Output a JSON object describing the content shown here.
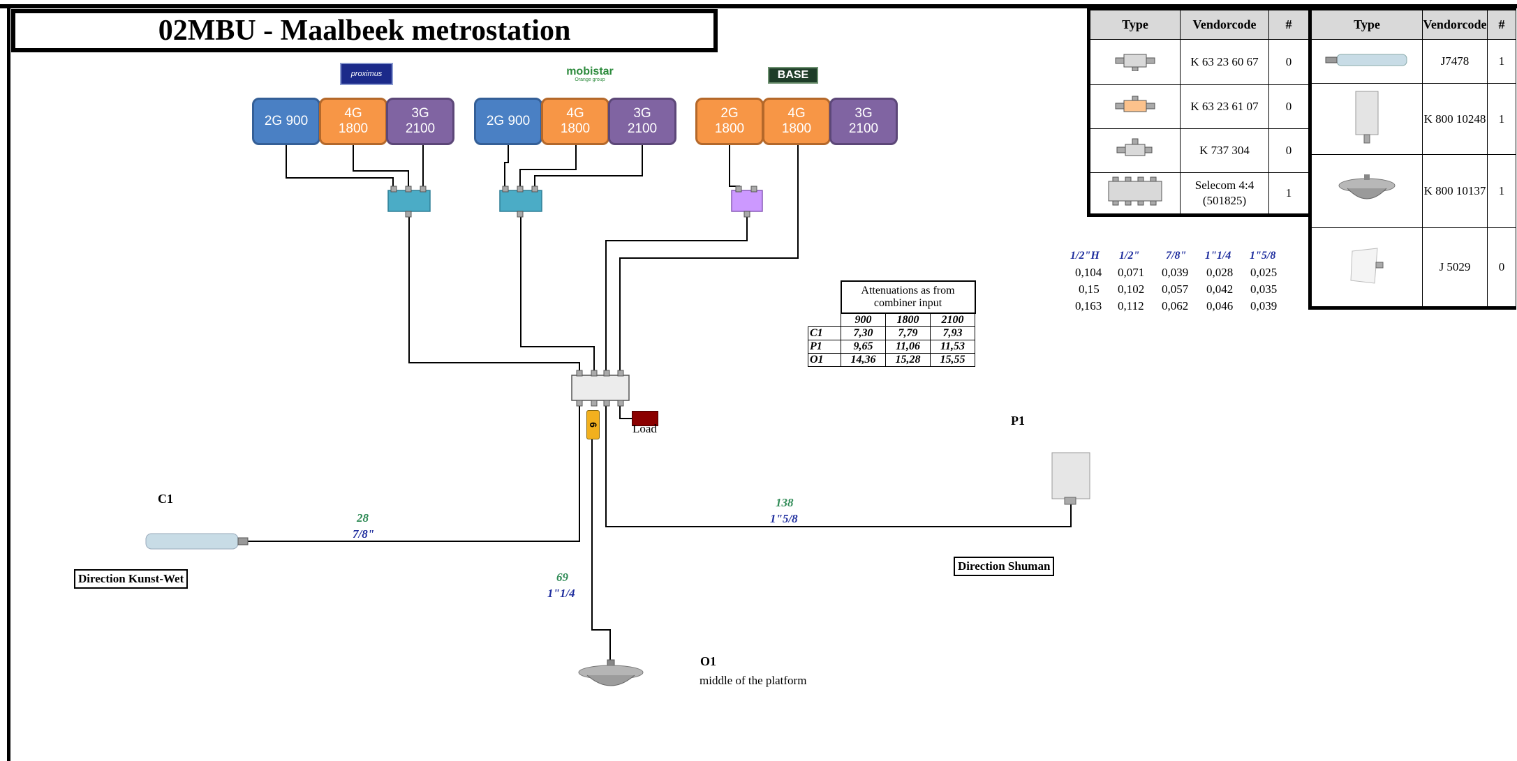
{
  "title": "02MBU - Maalbeek metrostation",
  "operators": [
    {
      "logo": "proximus",
      "bands": [
        "2G 900",
        "4G\n1800",
        "3G\n2100"
      ]
    },
    {
      "logo": "mobistar",
      "logo_sub": "Orange group",
      "bands": [
        "2G 900",
        "4G\n1800",
        "3G\n2100"
      ]
    },
    {
      "logo": "BASE",
      "bands": [
        "2G\n1800",
        "4G\n1800",
        "3G\n2100"
      ]
    }
  ],
  "inventory_left": {
    "headers": [
      "Type",
      "Vendorcode",
      "#"
    ],
    "rows": [
      {
        "icon": "splitter-2way-grey-icon",
        "code": "K 63 23 60 67",
        "count": "0"
      },
      {
        "icon": "splitter-2way-orange-icon",
        "code": "K 63 23 61 07",
        "count": "0"
      },
      {
        "icon": "splitter-tee-grey-icon",
        "code": "K 737 304",
        "count": "0"
      },
      {
        "icon": "combiner-4x4-icon",
        "code": "Selecom 4:4\n(501825)",
        "count": "1"
      }
    ]
  },
  "inventory_right": {
    "headers": [
      "Type",
      "Vendorcode",
      "#"
    ],
    "rows": [
      {
        "icon": "omni-antenna-tube-icon",
        "code": "J7478",
        "count": "1"
      },
      {
        "icon": "panel-antenna-icon",
        "code": "K 800 10248",
        "count": "1"
      },
      {
        "icon": "ceiling-antenna-icon",
        "code": "K 800 10137",
        "count": "1"
      },
      {
        "icon": "small-panel-antenna-icon",
        "code": "J 5029",
        "count": "0"
      }
    ]
  },
  "cable_loss": {
    "headers": [
      "1/2\"H",
      "1/2\"",
      "7/8\"",
      "1\"1/4",
      "1\"5/8"
    ],
    "rows": [
      [
        "0,104",
        "0,071",
        "0,039",
        "0,028",
        "0,025"
      ],
      [
        "0,15",
        "0,102",
        "0,057",
        "0,042",
        "0,035"
      ],
      [
        "0,163",
        "0,112",
        "0,062",
        "0,046",
        "0,039"
      ]
    ]
  },
  "attenuation": {
    "caption": "Attenuations as from combiner input",
    "bands": [
      "900",
      "1800",
      "2100"
    ],
    "rows": [
      {
        "name": "C1",
        "values": [
          "7,30",
          "7,79",
          "7,93"
        ]
      },
      {
        "name": "P1",
        "values": [
          "9,65",
          "11,06",
          "11,53"
        ]
      },
      {
        "name": "O1",
        "values": [
          "14,36",
          "15,28",
          "15,55"
        ]
      }
    ]
  },
  "combiner_attenuator_label": "6",
  "load_label": "Load",
  "antennas": {
    "c1": {
      "name": "C1",
      "direction": "Direction Kunst-Wet",
      "length": "28",
      "cable": "7/8\""
    },
    "p1": {
      "name": "P1",
      "direction": "Direction Shuman",
      "length": "138",
      "cable": "1\"5/8"
    },
    "o1": {
      "name": "O1",
      "note": "middle of the platform",
      "length": "69",
      "cable": "1\"1/4"
    }
  },
  "colors": {
    "band_blue": "#4a80c4",
    "band_orange": "#f79646",
    "band_purple": "#8064a2",
    "splitter_teal": "#4bacc6",
    "splitter_lilac": "#cc99ff",
    "attenuator_yellow": "#f2b01e",
    "load_red": "#8b0000",
    "cable_length_green": "#2e8a55",
    "cable_type_blue": "#1f2e9e"
  }
}
